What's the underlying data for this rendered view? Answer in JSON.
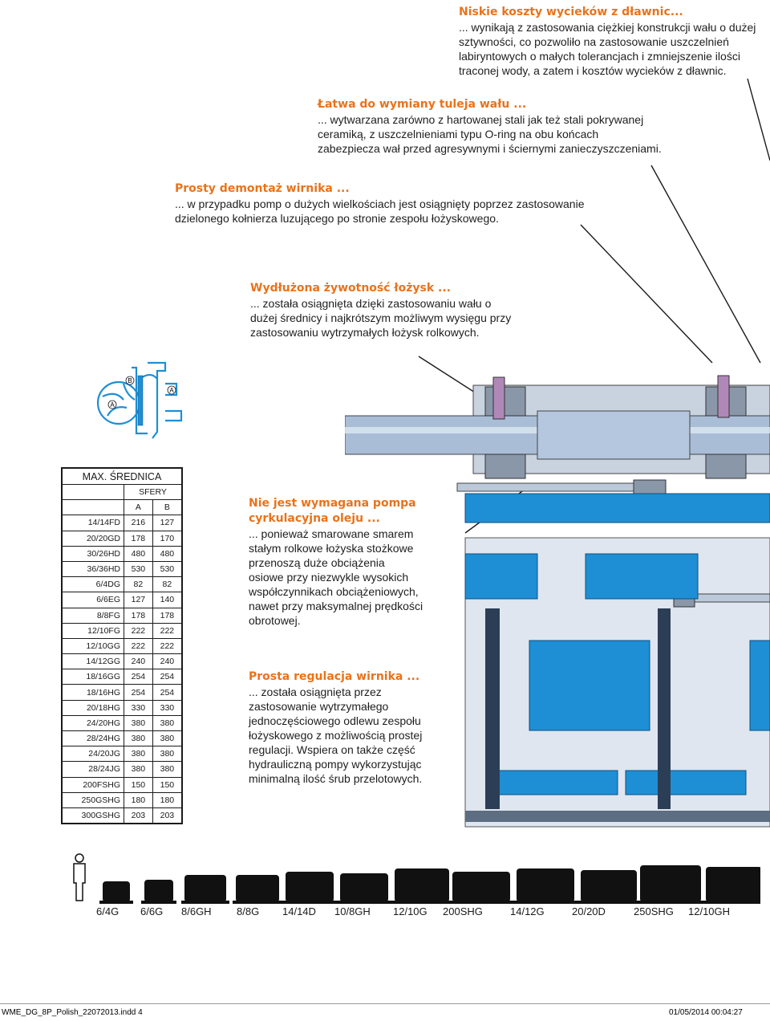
{
  "features": [
    {
      "title": "Niskie koszty wycieków z dławnic...",
      "lines": [
        "... wynikają z zastosowania ciężkiej konstrukcji wału  o dużej",
        "sztywności, co pozwoliło na zastosowanie uszczelnień",
        "labiryntowych o małych tolerancjach i zmniejszenie ilości",
        "traconej wody, a zatem i kosztów wycieków z dławnic."
      ]
    },
    {
      "title": "Łatwa do wymiany tuleja wału ...",
      "lines": [
        "... wytwarzana zarówno z hartowanej stali jak też stali pokrywanej",
        "ceramiką, z uszczelnieniami typu O-ring na obu końcach",
        "zabezpiecza wał przed agresywnymi i ściernymi zanieczyszczeniami."
      ]
    },
    {
      "title": "Prosty demontaż wirnika ...",
      "lines": [
        "... w przypadku pomp o dużych wielkościach jest osiągnięty poprzez zastosowanie",
        "dzielonego kołnierza luzującego po stronie zespołu łożyskowego."
      ]
    },
    {
      "title": "Wydłużona żywotność łożysk ...",
      "lines": [
        "... została osiągnięta dzięki zastosowaniu wału o",
        "dużej średnicy i najkrótszym możliwym wysięgu przy",
        "zastosowaniu wytrzymałych łożysk rolkowych."
      ]
    },
    {
      "title_lines": [
        "Nie jest wymagana pompa",
        "cyrkulacyjna oleju ..."
      ],
      "lines": [
        "... ponieważ smarowane smarem",
        "stałym rolkowe łożyska stożkowe",
        "przenoszą duże obciążenia",
        "osiowe przy niezwykle wysokich",
        "współczynnikach obciążeniowych,",
        "nawet przy maksymalnej prędkości",
        "obrotowej."
      ]
    },
    {
      "title": "Prosta regulacja wirnika ...",
      "lines": [
        "... została osiągnięta przez",
        "zastosowanie wytrzymałego",
        "jednoczęściowego odlewu zespołu",
        "łożyskowego z możliwością prostej",
        "regulacji. Wspiera on także część",
        "hydrauliczną pompy wykorzystując",
        "minimalną ilość śrub przelotowych."
      ]
    }
  ],
  "diagram_labels": {
    "b": "B",
    "a1": "A",
    "a2": "A"
  },
  "table": {
    "title": "MAX. ŚREDNICA",
    "subtitle": "SFERY",
    "col_a": "A",
    "col_b": "B",
    "rows": [
      [
        "14/14FD",
        "216",
        "127"
      ],
      [
        "20/20GD",
        "178",
        "170"
      ],
      [
        "30/26HD",
        "480",
        "480"
      ],
      [
        "36/36HD",
        "530",
        "530"
      ],
      [
        "6/4DG",
        "82",
        "82"
      ],
      [
        "6/6EG",
        "127",
        "140"
      ],
      [
        "8/8FG",
        "178",
        "178"
      ],
      [
        "12/10FG",
        "222",
        "222"
      ],
      [
        "12/10GG",
        "222",
        "222"
      ],
      [
        "14/12GG",
        "240",
        "240"
      ],
      [
        "18/16GG",
        "254",
        "254"
      ],
      [
        "18/16HG",
        "254",
        "254"
      ],
      [
        "20/18HG",
        "330",
        "330"
      ],
      [
        "24/20HG",
        "380",
        "380"
      ],
      [
        "28/24HG",
        "380",
        "380"
      ],
      [
        "24/20JG",
        "380",
        "380"
      ],
      [
        "28/24JG",
        "380",
        "380"
      ],
      [
        "200FSHG",
        "150",
        "150"
      ],
      [
        "250GSHG",
        "180",
        "180"
      ],
      [
        "300GSHG",
        "203",
        "203"
      ]
    ]
  },
  "sizes": [
    "6/4G",
    "6/6G",
    "8/6GH",
    "8/8G",
    "14/14D",
    "10/8GH",
    "12/10G",
    "200SHG",
    "14/12G",
    "20/20D",
    "250SHG",
    "12/10GH"
  ],
  "footer": {
    "file": "WME_DG_8P_Polish_22072013.indd   4",
    "date": "01/05/2014   00:04:27"
  },
  "colors": {
    "accent": "#e8731c",
    "pump_blue": "#1e8fd4",
    "steel": "#9fb3cd"
  }
}
